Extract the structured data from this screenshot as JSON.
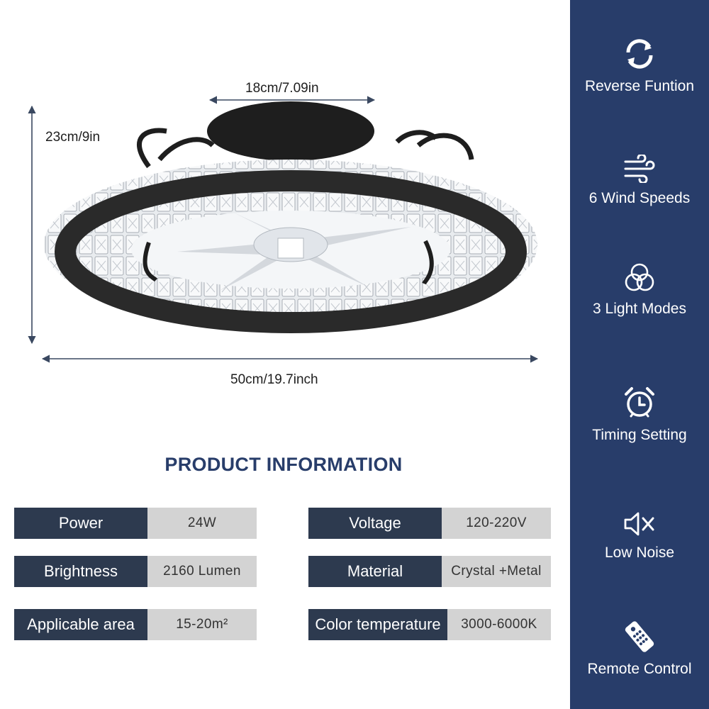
{
  "dimensions": {
    "top_width": "18cm/7.09in",
    "height": "23cm/9in",
    "diameter": "50cm/19.7inch"
  },
  "features": [
    {
      "icon": "reverse-icon",
      "label": "Reverse Funtion"
    },
    {
      "icon": "wind-icon",
      "label": "6 Wind Speeds"
    },
    {
      "icon": "light-modes-icon",
      "label": "3 Light Modes"
    },
    {
      "icon": "alarm-clock-icon",
      "label": "Timing Setting"
    },
    {
      "icon": "mute-speaker-icon",
      "label": "Low Noise"
    },
    {
      "icon": "remote-control-icon",
      "label": "Remote Control"
    }
  ],
  "product_info": {
    "title": "PRODUCT INFORMATION",
    "specs": [
      {
        "label": "Power",
        "value": "24W"
      },
      {
        "label": "Voltage",
        "value": "120-220V"
      },
      {
        "label": "Brightness",
        "value": "2160 Lumen"
      },
      {
        "label": "Material",
        "value": "Crystal +Metal"
      },
      {
        "label": "Applicable area",
        "value": "15-20m²"
      },
      {
        "label": "Color temperature",
        "value": "3000-6000K"
      }
    ]
  },
  "colors": {
    "sidebar": "#283d6a",
    "label_bg": "#2d3a4f",
    "value_bg": "#d3d3d3",
    "title": "#283d6a"
  }
}
